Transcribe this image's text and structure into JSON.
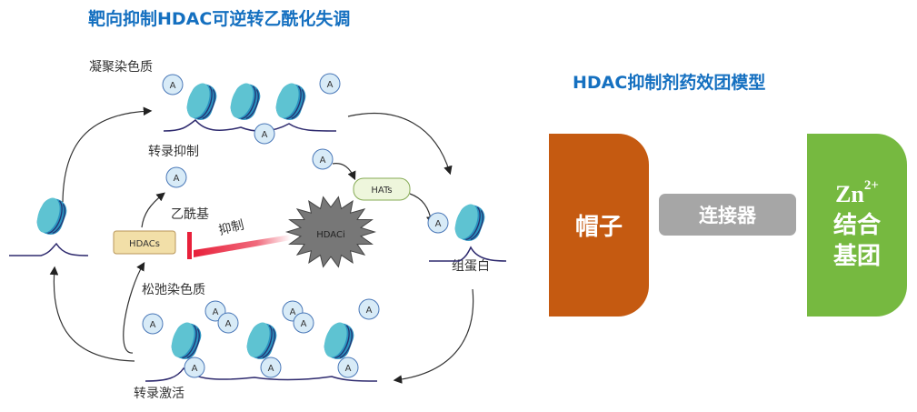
{
  "left_panel": {
    "title": "靶向抑制HDAC可逆转乙酰化失调",
    "condensed_chromatin": "凝聚染色质",
    "transcription_repression": "转录抑制",
    "acetyl_group": "乙酰基",
    "inhibit": "抑制",
    "hdacs": "HDACs",
    "hdaci": "HDACi",
    "hats": "HATs",
    "histone": "组蛋白",
    "relaxed_chromatin": "松弛染色质",
    "transcription_activation": "转录激活",
    "acetyl_marker": "A"
  },
  "right_panel": {
    "title": "HDAC抑制剂药效团模型",
    "cap": "帽子",
    "linker": "连接器",
    "zinc_ion": "Zn",
    "zinc_charge": "2+",
    "zbg_line1": "结合",
    "zbg_line2": "基团"
  },
  "colors": {
    "title": "#1570c0",
    "cap": "#c55a11",
    "linker": "#a6a6a6",
    "zbg": "#76b940",
    "inhibit": "#e8203a"
  }
}
